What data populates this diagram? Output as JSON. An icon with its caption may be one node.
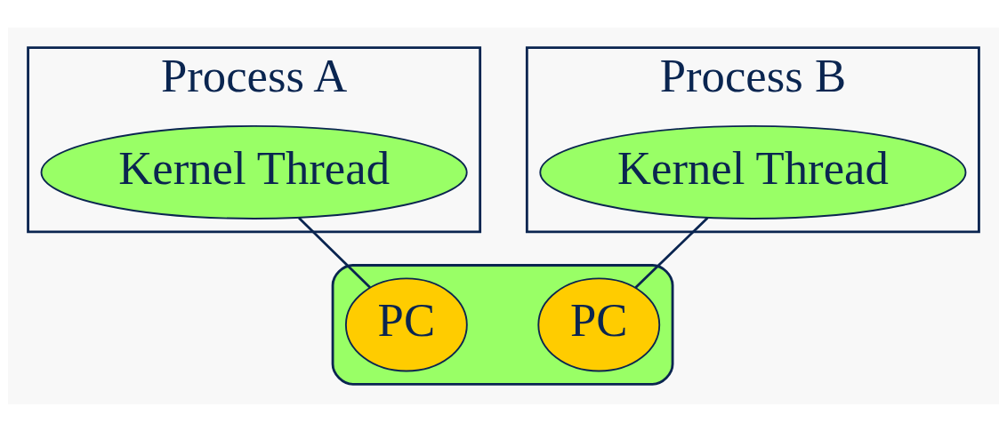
{
  "diagram": {
    "nodes": [
      {
        "text": [
          "Process A"
        ]
      },
      {
        "text": [
          "Kernel Thread"
        ],
        "in": 0
      },
      {
        "text": [
          "Process B"
        ]
      },
      {
        "text": [
          "Kernel Thread"
        ],
        "in": 2
      },
      {
        "text": [],
        "shape": "ellipse"
      },
      {
        "text": [
          "PC"
        ],
        "in": 4
      },
      {
        "text": [
          "PC"
        ],
        "in": 4
      }
    ],
    "edges": [
      {
        "from": 1,
        "to": 5,
        "arrow": "none"
      },
      {
        "from": 3,
        "to": 6,
        "arrow": "none"
      }
    ]
  }
}
